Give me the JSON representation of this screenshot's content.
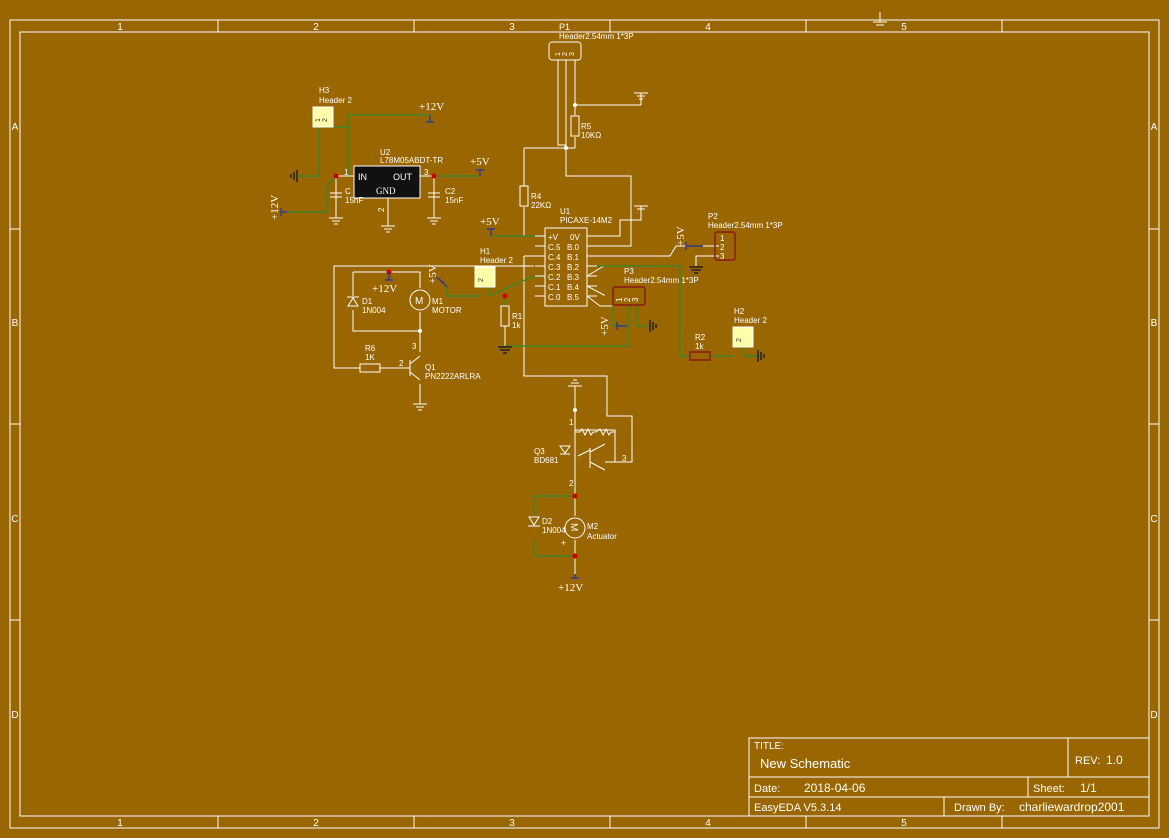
{
  "frame": {
    "col_labels": [
      "1",
      "2",
      "3",
      "4",
      "5"
    ],
    "row_labels": [
      "A",
      "B",
      "C",
      "D"
    ]
  },
  "title_block": {
    "title_label": "TITLE:",
    "title": "New Schematic",
    "rev_label": "REV:",
    "rev": "1.0",
    "date_label": "Date:",
    "date": "2018-04-06",
    "sheet_label": "Sheet:",
    "sheet": "1/1",
    "software": "EasyEDA V5.3.14",
    "drawn_by_label": "Drawn By:",
    "drawn_by": "charliewardrop2001"
  },
  "components": {
    "p1": {
      "ref": "P1",
      "value": "Header2.54mm 1*3P"
    },
    "h3": {
      "ref": "H3",
      "value": "Header 2"
    },
    "u2": {
      "ref": "U2",
      "value": "L78M05ABDT-TR",
      "pin_in": "IN",
      "pin_out": "OUT",
      "pin_gnd": "GND",
      "num1": "1",
      "num2": "2",
      "num3": "3"
    },
    "c1": {
      "ref": "C",
      "value": "15nF"
    },
    "c2": {
      "ref": "C2",
      "value": "15nF"
    },
    "r5": {
      "ref": "R5",
      "value": "10KΩ"
    },
    "r4": {
      "ref": "R4",
      "value": "22KΩ"
    },
    "u1": {
      "ref": "U1",
      "value": "PICAXE-14M2",
      "left_pins": [
        "+V",
        "C.5",
        "C.4",
        "C.3",
        "C.2",
        "C.1",
        "C.0"
      ],
      "right_pins": [
        "0V",
        "B.0",
        "B.1",
        "B.2",
        "B.3",
        "B.4",
        "B.5"
      ]
    },
    "p2": {
      "ref": "P2",
      "value": "Header2.54mm 1*3P",
      "pins": [
        "1",
        "2",
        "3"
      ]
    },
    "p3": {
      "ref": "P3",
      "value": "Header2.54mm 1*3P",
      "pins": [
        "1",
        "2",
        "3"
      ]
    },
    "h1": {
      "ref": "H1",
      "value": "Header 2"
    },
    "h2": {
      "ref": "H2",
      "value": "Header 2"
    },
    "d1": {
      "ref": "D1",
      "value": "1N004"
    },
    "m1": {
      "ref": "M1",
      "value": "MOTOR",
      "symbol": "M"
    },
    "r1": {
      "ref": "R1",
      "value": "1k"
    },
    "r2": {
      "ref": "R2",
      "value": "1k"
    },
    "r6": {
      "ref": "R6",
      "value": "1K"
    },
    "q1": {
      "ref": "Q1",
      "value": "PN2222ARLRA",
      "pin2": "2",
      "pin3": "3"
    },
    "q3": {
      "ref": "Q3",
      "value": "BD681",
      "pin1": "1",
      "pin2": "2",
      "pin3": "3"
    },
    "d2": {
      "ref": "D2",
      "value": "1N004"
    },
    "m2": {
      "ref": "M2",
      "value": "Actuator",
      "symbol": "M",
      "plus": "+"
    }
  },
  "power": {
    "v12": "+12V",
    "v5": "+5V"
  },
  "colors": {
    "background": "#996600",
    "wire": "#ffffff",
    "net_wire": "#2f8a2f",
    "power_symbol": "#2233aa",
    "junction": "#cc0000",
    "header_fill": "#ffffaa"
  }
}
